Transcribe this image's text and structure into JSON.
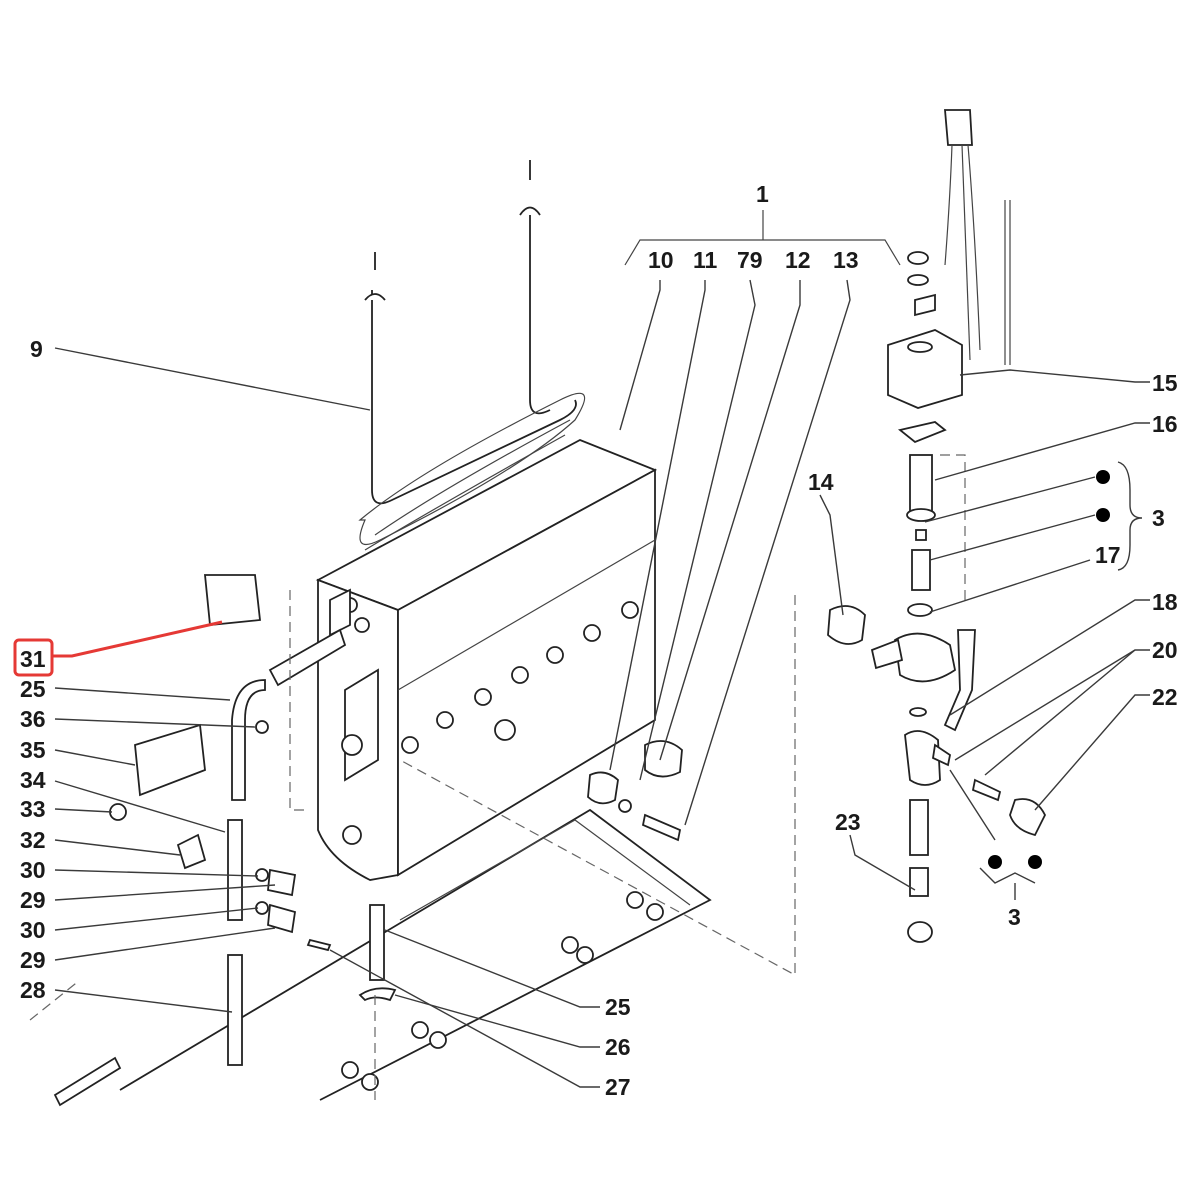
{
  "callouts": {
    "c1": "1",
    "c10": "10",
    "c11": "11",
    "c79": "79",
    "c12": "12",
    "c13": "13",
    "c9": "9",
    "c15": "15",
    "c16": "16",
    "c3a": "3",
    "c17": "17",
    "c18": "18",
    "c14": "14",
    "c20": "20",
    "c22": "22",
    "c23": "23",
    "c3b": "3",
    "c31": "31",
    "c25a": "25",
    "c36": "36",
    "c35": "35",
    "c34": "34",
    "c33": "33",
    "c32": "32",
    "c30a": "30",
    "c29a": "29",
    "c30b": "30",
    "c29b": "29",
    "c28": "28",
    "c25b": "25",
    "c26": "26",
    "c27": "27"
  },
  "highlight": {
    "callout": "31",
    "color": "#e53935"
  },
  "colors": {
    "ink": "#222222",
    "dot": "#000000"
  }
}
